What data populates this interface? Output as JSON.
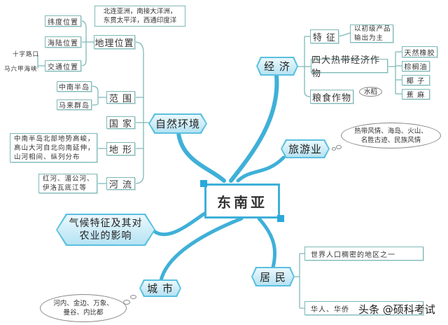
{
  "center": "东南亚",
  "natural": {
    "label": "自然环境",
    "geo": {
      "label": "地理位置",
      "note": [
        "北连亚洲，南接大洋洲，",
        "东贯太平洋，西通印度洋"
      ],
      "items": [
        "纬度位置",
        "海陆位置",
        "交通位置"
      ],
      "traffic": [
        "十字路口",
        "马六甲海峡"
      ]
    },
    "range": {
      "label": "范  围",
      "items": [
        "中南半岛",
        "马来群岛"
      ]
    },
    "country": "国  家",
    "terrain": {
      "label": "地  形",
      "note": [
        "中南半岛北部地势高峻，",
        "高山大河自北向南延伸，",
        "山河相间、纵列分布"
      ]
    },
    "river": {
      "label": "河  流",
      "note": [
        "红河、湄公河、",
        "伊洛瓦底江等"
      ]
    }
  },
  "climate": [
    "气候特征及其对",
    "农业的影响"
  ],
  "economy": {
    "label": "经 济",
    "feature": {
      "label": "特 征",
      "note": [
        "以初级产品",
        "输出为主"
      ]
    },
    "crops": {
      "label": "四大热带经济作物",
      "items": [
        "天然橡胶",
        "棕榈油",
        "椰  子",
        "蕉  麻"
      ]
    },
    "grain": {
      "label": "粮食作物",
      "note": "水稻"
    }
  },
  "tourism": {
    "label": "旅游业",
    "note": [
      "热带风情、海岛、火山、",
      "名胜古迹、民族风情"
    ]
  },
  "residents": {
    "label": "居 民",
    "items": [
      "世界人口稠密的地区之一",
      "华人、华侨"
    ]
  },
  "city": {
    "label": "城 市",
    "note": [
      "河内、金边、万象、",
      "曼谷、内比都"
    ]
  },
  "watermark": "头条 @硕科考试",
  "colors": {
    "line": "#3fb0d8",
    "border": "#7fb8b8"
  }
}
